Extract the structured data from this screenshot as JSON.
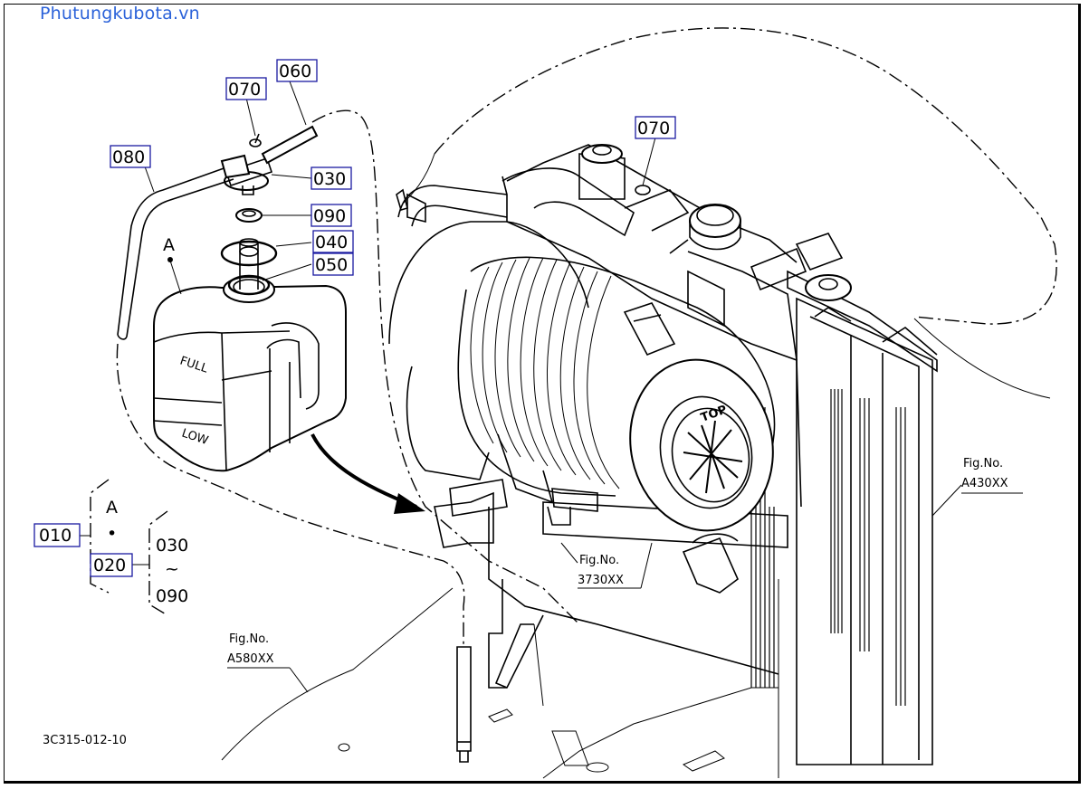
{
  "watermark": "Phutungkubota.vn",
  "drawing_code": "3C315-012-10",
  "part_labels": {
    "p060": "060",
    "p070_top": "070",
    "p080": "080",
    "p030": "030",
    "p090": "090",
    "p040": "040",
    "p050": "050",
    "p070_right": "070",
    "p010": "010",
    "p020": "020"
  },
  "tank_text": {
    "full": "FULL",
    "low": "LOW",
    "detail_mark": "A"
  },
  "cleaner_text": {
    "top": "TOP"
  },
  "legend": {
    "set_mark": "A",
    "dot": "•",
    "range_start": "030",
    "range_tilde": "~",
    "range_end": "090"
  },
  "figure_refs": {
    "ref_a430": {
      "line1": "Fig.No.",
      "line2": "A430XX"
    },
    "ref_3730": {
      "line1": "Fig.No.",
      "line2": "3730XX"
    },
    "ref_a580": {
      "line1": "Fig.No.",
      "line2": "A580XX"
    }
  }
}
